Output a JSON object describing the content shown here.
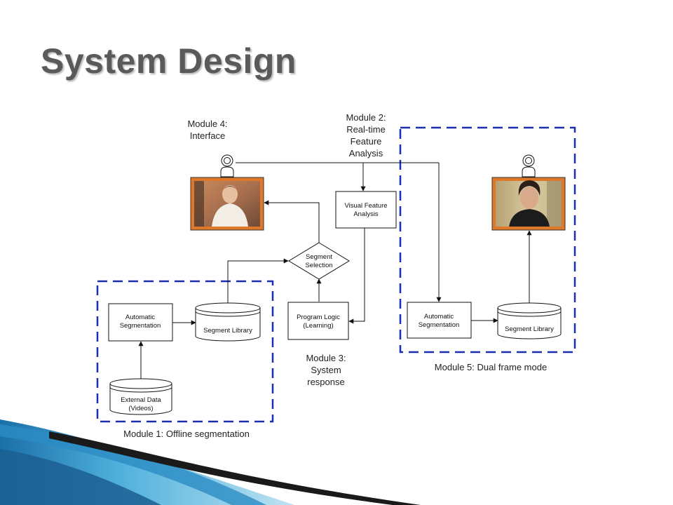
{
  "slide": {
    "title": "System Design"
  },
  "modules": {
    "m4": [
      "Module 4:",
      "Interface"
    ],
    "m2": [
      "Module 2:",
      "Real-time",
      "Feature",
      "Analysis"
    ],
    "m3": [
      "Module 3:",
      "System",
      "response"
    ],
    "m1": "Module 1: Offline segmentation",
    "m5": "Module 5: Dual frame mode"
  },
  "boxes": {
    "auto_seg_left": [
      "Automatic",
      "Segmentation"
    ],
    "seg_lib_left": "Segment Library",
    "external_data": [
      "External Data",
      "(Videos)"
    ],
    "visual_feature": [
      "Visual Feature",
      "Analysis"
    ],
    "program_logic": [
      "Program Logic",
      "(Learning)"
    ],
    "segment_selection": [
      "Segment",
      "Selection"
    ],
    "auto_seg_right": [
      "Automatic",
      "Segmentation"
    ],
    "seg_lib_right": "Segment Library"
  },
  "colors": {
    "dashed_border": "#1a2fb0",
    "frame_orange": "#e0782a",
    "title_gray": "#5a5a5a",
    "accent_blue": "#1f7fbf"
  },
  "icons": [
    "webcam-icon",
    "webcam-icon"
  ]
}
